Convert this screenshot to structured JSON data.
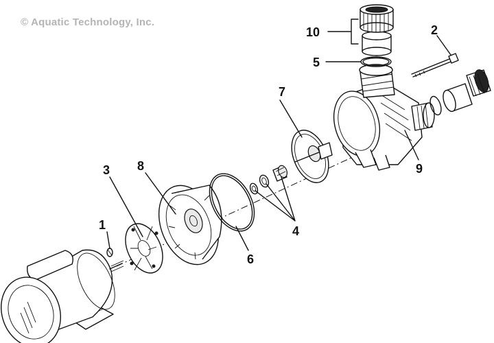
{
  "copyright": "© Aquatic Technology, Inc.",
  "callouts": [
    "1",
    "2",
    "3",
    "4",
    "5",
    "6",
    "7",
    "8",
    "9",
    "10"
  ]
}
